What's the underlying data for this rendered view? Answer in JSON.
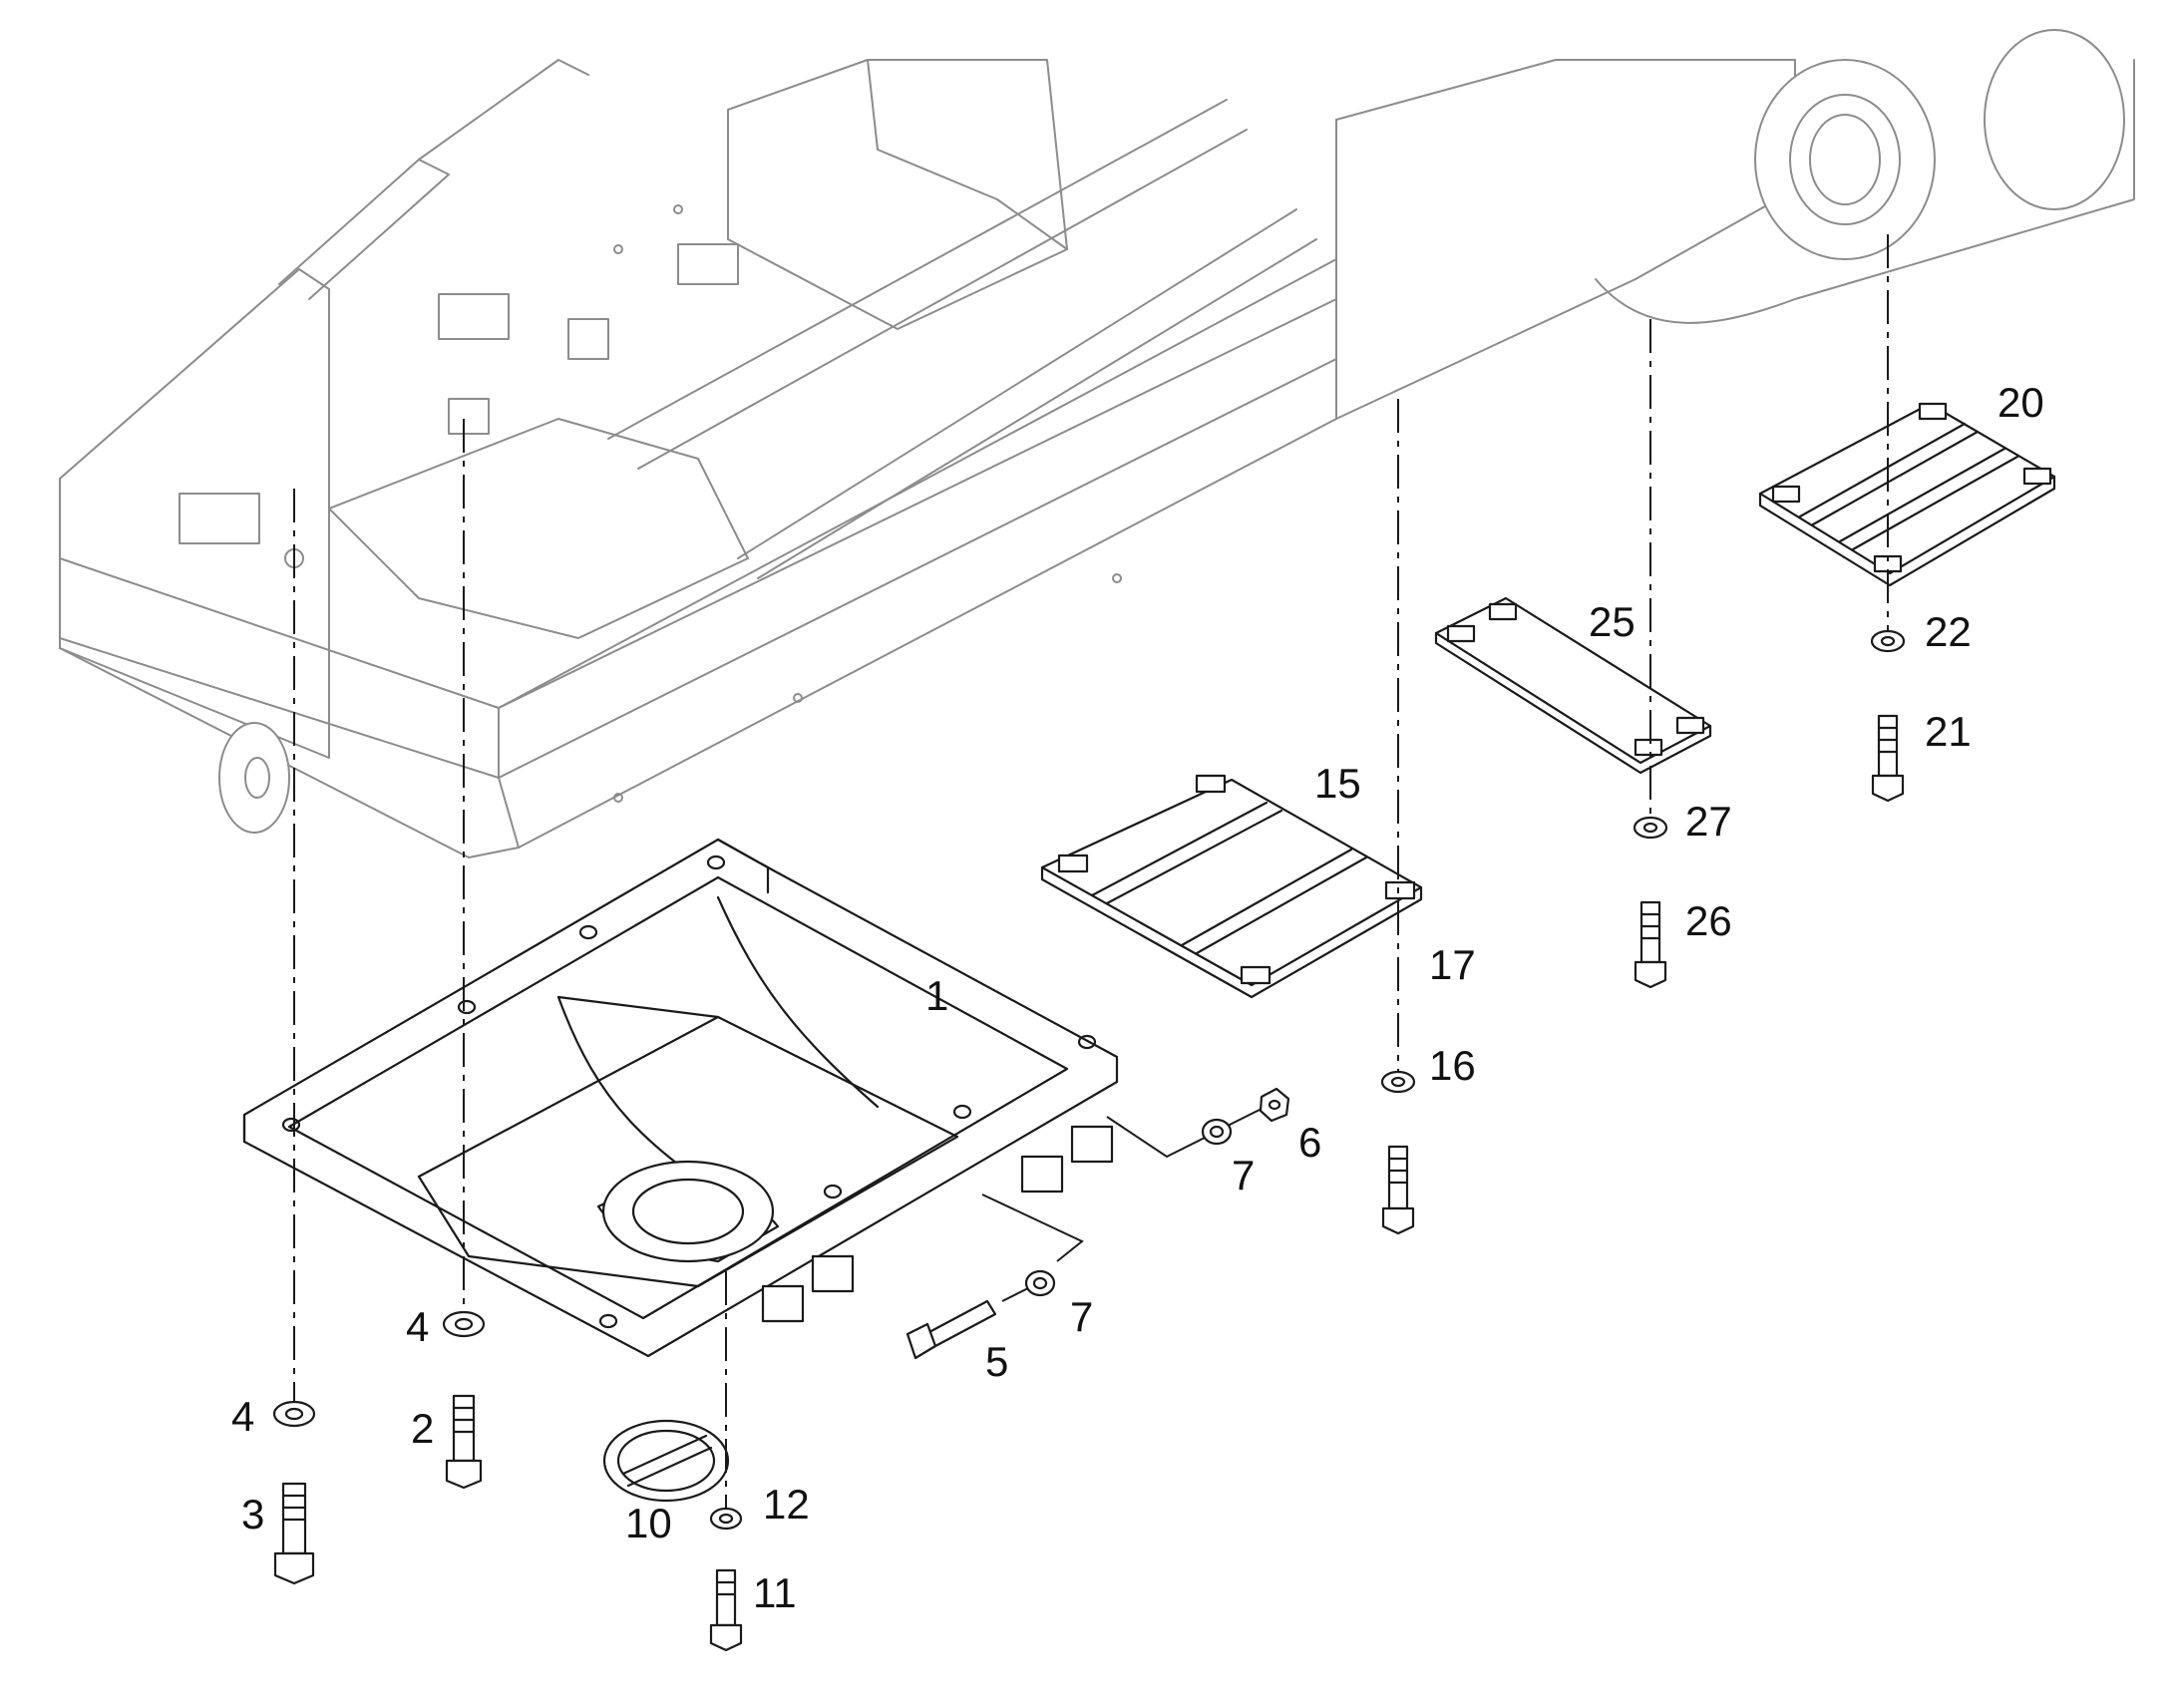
{
  "callouts": {
    "c1": "1",
    "c2": "2",
    "c3": "3",
    "c4a": "4",
    "c4b": "4",
    "c5": "5",
    "c6": "6",
    "c7a": "7",
    "c7b": "7",
    "c10": "10",
    "c11": "11",
    "c12": "12",
    "c15": "15",
    "c16": "16",
    "c17": "17",
    "c20": "20",
    "c21": "21",
    "c22": "22",
    "c25": "25",
    "c26": "26",
    "c27": "27"
  },
  "colors": {
    "ink": "#1a1a1a",
    "ghost_outline": "#8c8c8c",
    "background": "#ffffff"
  }
}
